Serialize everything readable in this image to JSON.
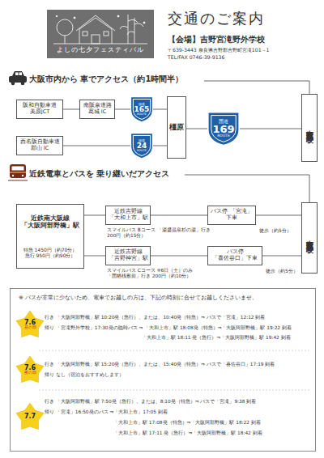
{
  "diagram": {
    "title": "交通のご案内",
    "nodes": [
      {
        "text": [
          "よしの七夕フェスティバル"
        ]
      },
      {
        "text": [
          "阪和自動車道 美原JCT"
        ]
      },
      {
        "text": [
          "南阪奈道路 葛城 IC"
        ]
      },
      {
        "text": [
          "国道",
          "165",
          "ROUTE"
        ]
      },
      {
        "text": [
          "西名阪自動車道 郡山 IC"
        ]
      },
      {
        "text": [
          "国道",
          "24",
          "ROUTE"
        ]
      },
      {
        "text": [
          "橿原"
        ]
      },
      {
        "text": [
          "国道",
          "169",
          "ROUTE"
        ]
      },
      {
        "text": [
          "吉野宮滝野外学校"
        ]
      },
      {
        "text": [
          "近鉄南大阪線 「大阪阿部野橋」駅",
          "特急 1450円（約70分） 急行 950円（約90分）"
        ]
      },
      {
        "text": [
          "近鉄吉野線 「大和上市」駅"
        ]
      },
      {
        "text": [
          "バス停 「宮滝」下車"
        ]
      },
      {
        "text": [
          "近鉄吉野線 「吉野神宮」駅"
        ]
      },
      {
        "text": [
          "バス停 「喜佐谷口」下車"
        ]
      },
      {
        "text": [
          "吉野宮滝野外学校"
        ]
      },
      {
        "text": [
          "※ バスが非常に少ないため、電車でお越しの方は、下記の時刻に合せてお越しくださいませ。",
          "行き 「大阪阿部野橋」駅 10:20発（急行）、または、10:40発（特急）⇒ バスで「宮滝」12:12 到着",
          "帰り 「宮滝野外学校」17:30発の臨時バス ⇒ 「大和上市」駅 18:08発（特急）⇒「大阪阿部野橋」駅 19:22 到着",
          "「大和上市」駅 18:11 発（急行）⇒「大阪阿部野橋」駅 19:42 到着",
          "行き 「大阪阿部野橋」駅 15:20発（急行）、または、15:40発（特急）⇒ バスで「喜佐谷口」17:19 到着",
          "帰り なし（宿泊をおすすめします）",
          "行き 「大阪阿部野橋」駅 7:50発（急行）、または、8:10発（特急）⇒ バスで「宮滝」9:38 到着",
          "帰り 「宮滝」16:50発のバス ⇒「大和上市」17:05 到着",
          "「大和上市」駅 17:08発（特急）⇒「大阪阿部野橋」駅 18:22 到着",
          "「大和上市」駅 17:11 発（急行）⇒「大阪阿部野橋」駅 18:42 到着"
        ]
      },
      {
        "text": [
          "7.6",
          "昼の部"
        ],
        "in": 15
      },
      {
        "text": [
          "7.6",
          "夜の部"
        ],
        "in": 15
      },
      {
        "text": [
          "7.7"
        ],
        "in": 15
      }
    ],
    "edges": [
      {
        "from": 1,
        "to": 2,
        "arrow": "none"
      },
      {
        "from": 2,
        "to": 3,
        "arrow": "none"
      },
      {
        "from": 3,
        "to": 6,
        "arrow": "none"
      },
      {
        "from": 4,
        "to": 5,
        "arrow": "none"
      },
      {
        "from": 5,
        "to": 6,
        "arrow": "none"
      },
      {
        "from": 6,
        "to": 7,
        "arrow": "none"
      },
      {
        "from": 7,
        "to": 8,
        "arrow": "none"
      },
      {
        "from": 9,
        "to": 10,
        "arrow": "none"
      },
      {
        "from": 10,
        "to": 11,
        "label": "スマイルバス Bコース 「湯盛温泉杉の湯」行き 200円（約15分）",
        "arrow": "none"
      },
      {
        "from": 11,
        "to": 14,
        "label": "徒歩（約5分）",
        "arrow": "none"
      },
      {
        "from": 9,
        "to": 12,
        "arrow": "none"
      },
      {
        "from": 12,
        "to": 13,
        "label": "スマイルバス Cコース ※6日（土）のみ 「国栖桟敷前」行き 200円（約10分）",
        "arrow": "none"
      },
      {
        "from": 13,
        "to": 14,
        "label": "徒歩（約5分）",
        "arrow": "none"
      }
    ],
    "labels": [
      "【会場】吉野宮滝野外学校",
      "〒639-3443 奈良県吉野郡吉野町宮滝101－1",
      "TEL/FAX 0746-39-9136",
      "大阪市内から 車でアクセス（約1時間半）",
      "近鉄電車とバスを 乗り継いだアクセス"
    ]
  }
}
